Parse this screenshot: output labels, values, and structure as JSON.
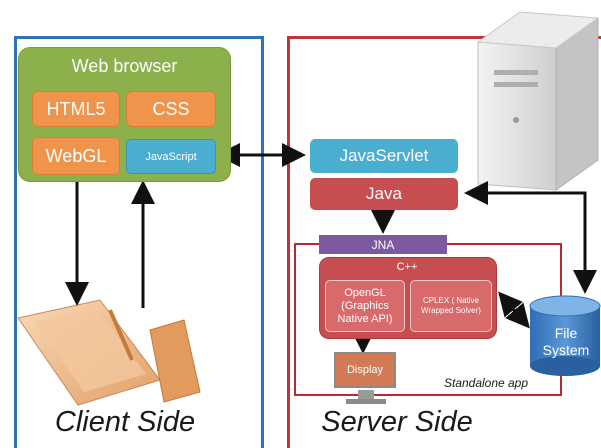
{
  "client": {
    "browser_title": "Web browser",
    "html5": "HTML5",
    "css": "CSS",
    "webgl": "WebGL",
    "javascript": "JavaScript",
    "side_label": "Client Side"
  },
  "server": {
    "javaservlet": "JavaServlet",
    "java": "Java",
    "jna": "JNA",
    "cpp": "C++",
    "opengl": "OpenGL (Graphics Native API)",
    "cplex": "CPLEX ( Native Wrapped Solver)",
    "display": "Display",
    "standalone": "Standalone app",
    "filesystem": "File System",
    "side_label": "Server Side"
  },
  "colors": {
    "client_frame": "#2e74b5",
    "server_frame": "#c0353a",
    "browser_green": "#8cb04c",
    "orange": "#f0944c",
    "blue": "#4aaed0",
    "red": "#c64e50",
    "purple": "#7b5a9e"
  },
  "icons": [
    "server-tower-icon",
    "tablet-pen-icon",
    "monitor-icon",
    "database-cylinder-icon"
  ]
}
